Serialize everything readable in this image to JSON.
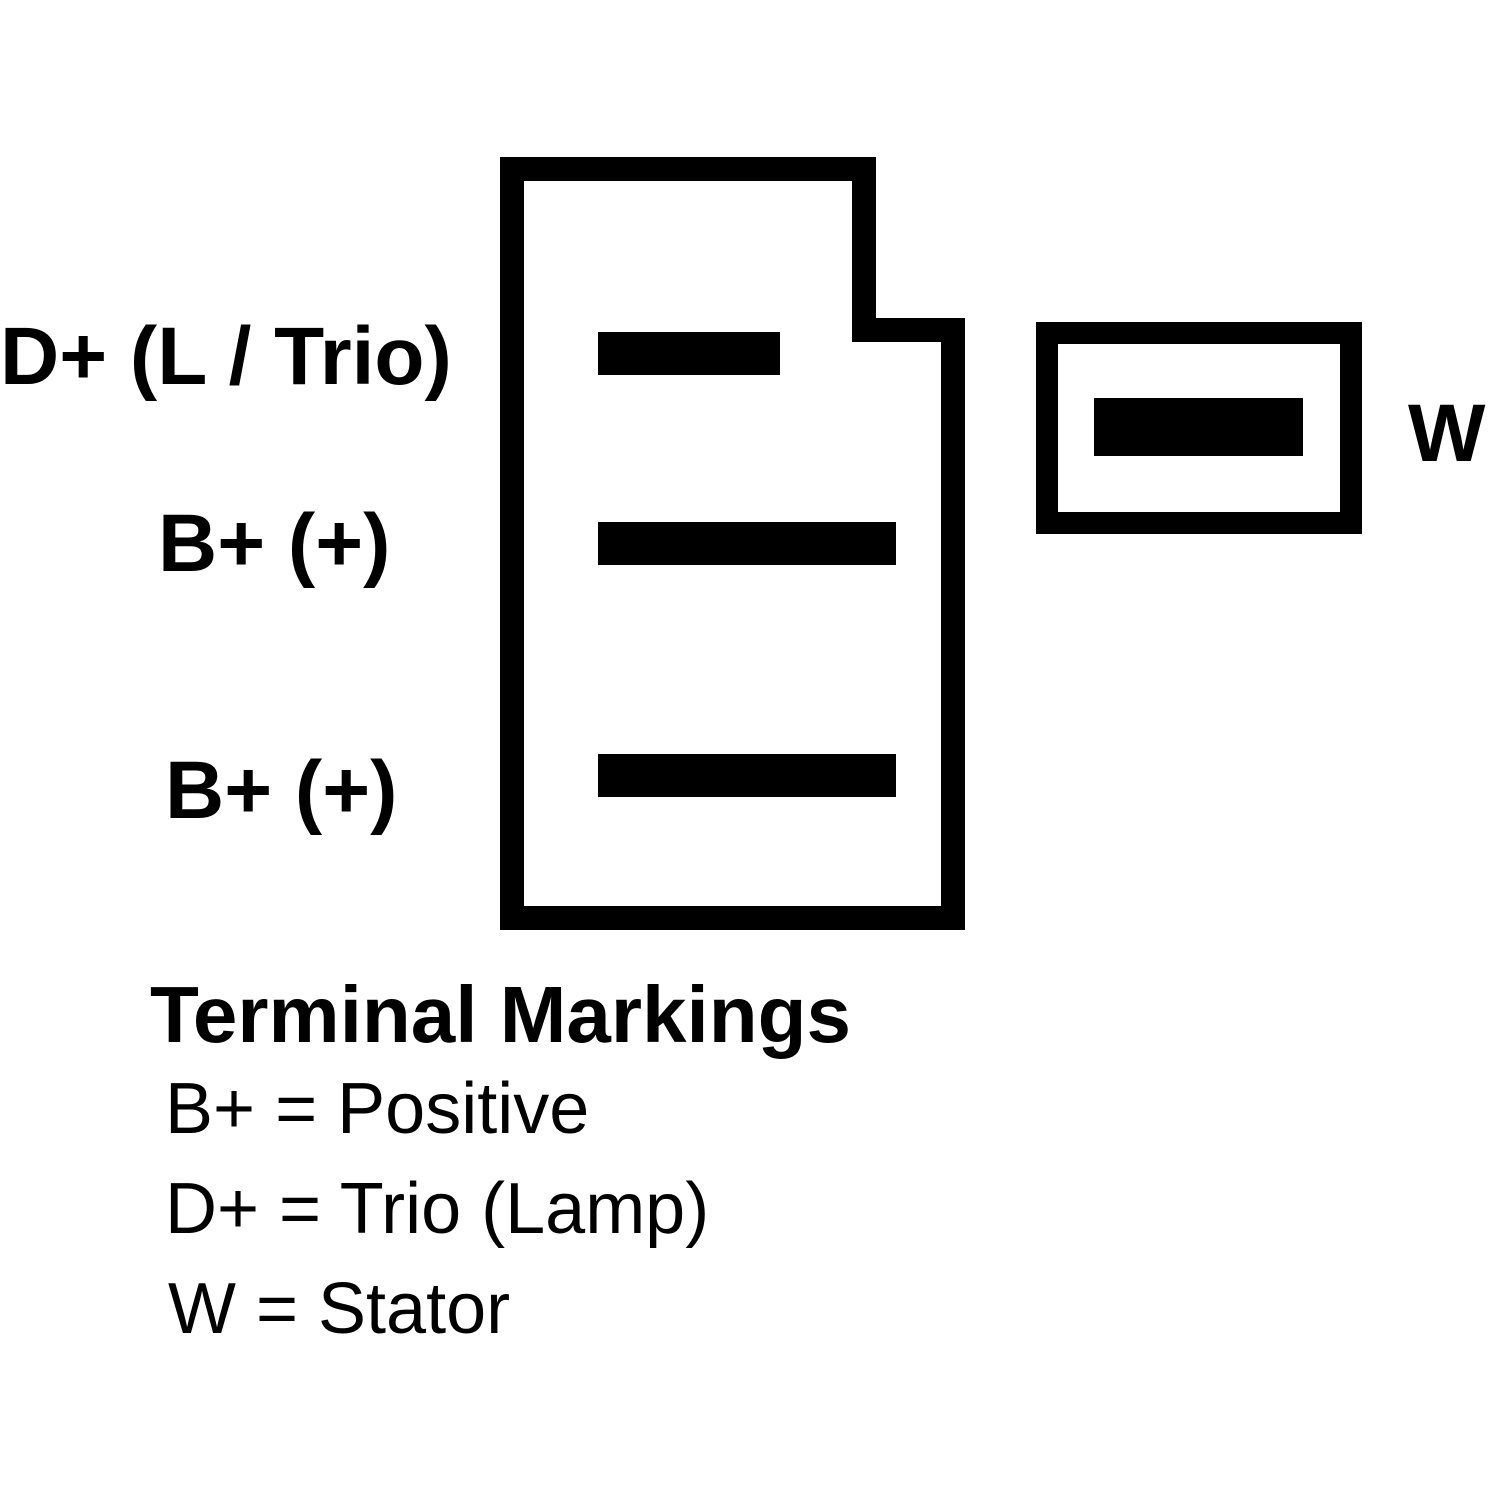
{
  "diagram": {
    "terminal_labels": {
      "d_plus": "D+ (L / Trio)",
      "b_plus_upper": "B+ (+)",
      "b_plus_lower": "B+ (+)",
      "w": "W"
    }
  },
  "legend": {
    "title": "Terminal Markings",
    "entries": [
      "B+ = Positive",
      "D+ = Trio (Lamp)",
      "W = Stator"
    ]
  },
  "colors": {
    "ink": "#000000",
    "background": "#ffffff"
  }
}
